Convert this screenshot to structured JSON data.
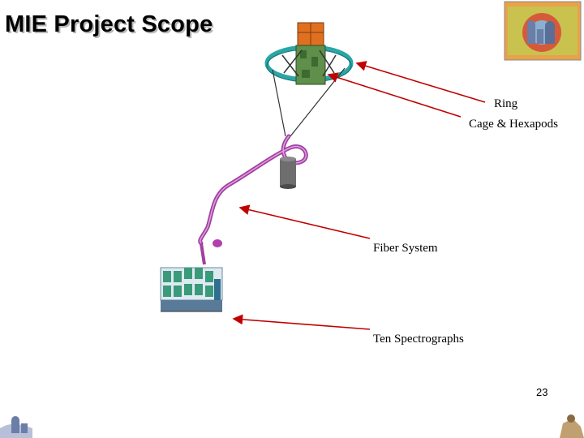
{
  "slide": {
    "title": "MIE Project Scope",
    "page_number": "23"
  },
  "labels": {
    "ring": "Ring",
    "cage": "Cage & Hexapods",
    "fiber": "Fiber System",
    "spectrographs": "Ten Spectrographs"
  },
  "colors": {
    "arrow": "#c00000",
    "ring": "#2aa6a6",
    "cage": "#e07020",
    "fiber": "#a040a0",
    "spectrograph": "#3a9a7a"
  }
}
